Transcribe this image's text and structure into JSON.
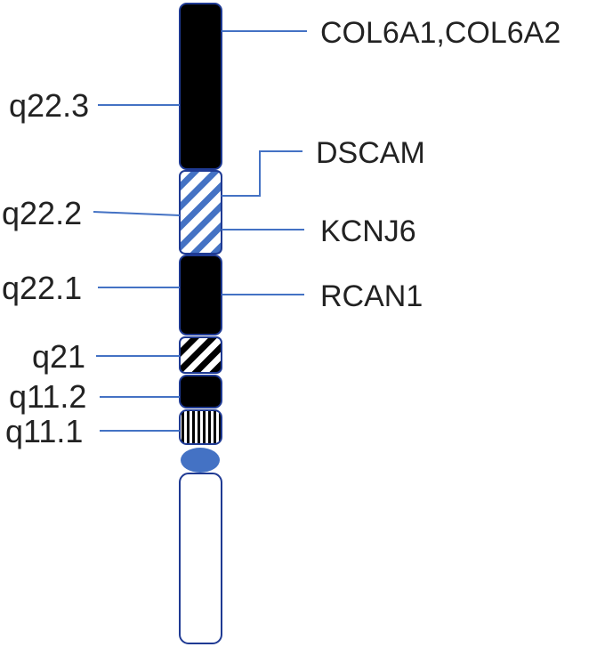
{
  "bands": [
    {
      "name": "q22.3",
      "pattern": "solid",
      "color": "#000000"
    },
    {
      "name": "q22.2",
      "pattern": "diagonal-hatch",
      "color": "#4472C4"
    },
    {
      "name": "q22.1",
      "pattern": "solid",
      "color": "#000000"
    },
    {
      "name": "q21",
      "pattern": "diagonal-hatch",
      "color": "#000000"
    },
    {
      "name": "q11.2",
      "pattern": "solid",
      "color": "#000000"
    },
    {
      "name": "q11.1",
      "pattern": "vertical-lines",
      "color": "#000000"
    }
  ],
  "centromere": {
    "color": "#4472C4"
  },
  "short_arm": {
    "fill": "#ffffff",
    "outline": "#1F3A93"
  },
  "genes": [
    {
      "name": "COL6A1,COL6A2"
    },
    {
      "name": "DSCAM"
    },
    {
      "name": "KCNJ6"
    },
    {
      "name": "RCAN1"
    }
  ],
  "colors": {
    "leader": "#4472C4",
    "outline": "#1F3A93",
    "text": "#222222"
  }
}
